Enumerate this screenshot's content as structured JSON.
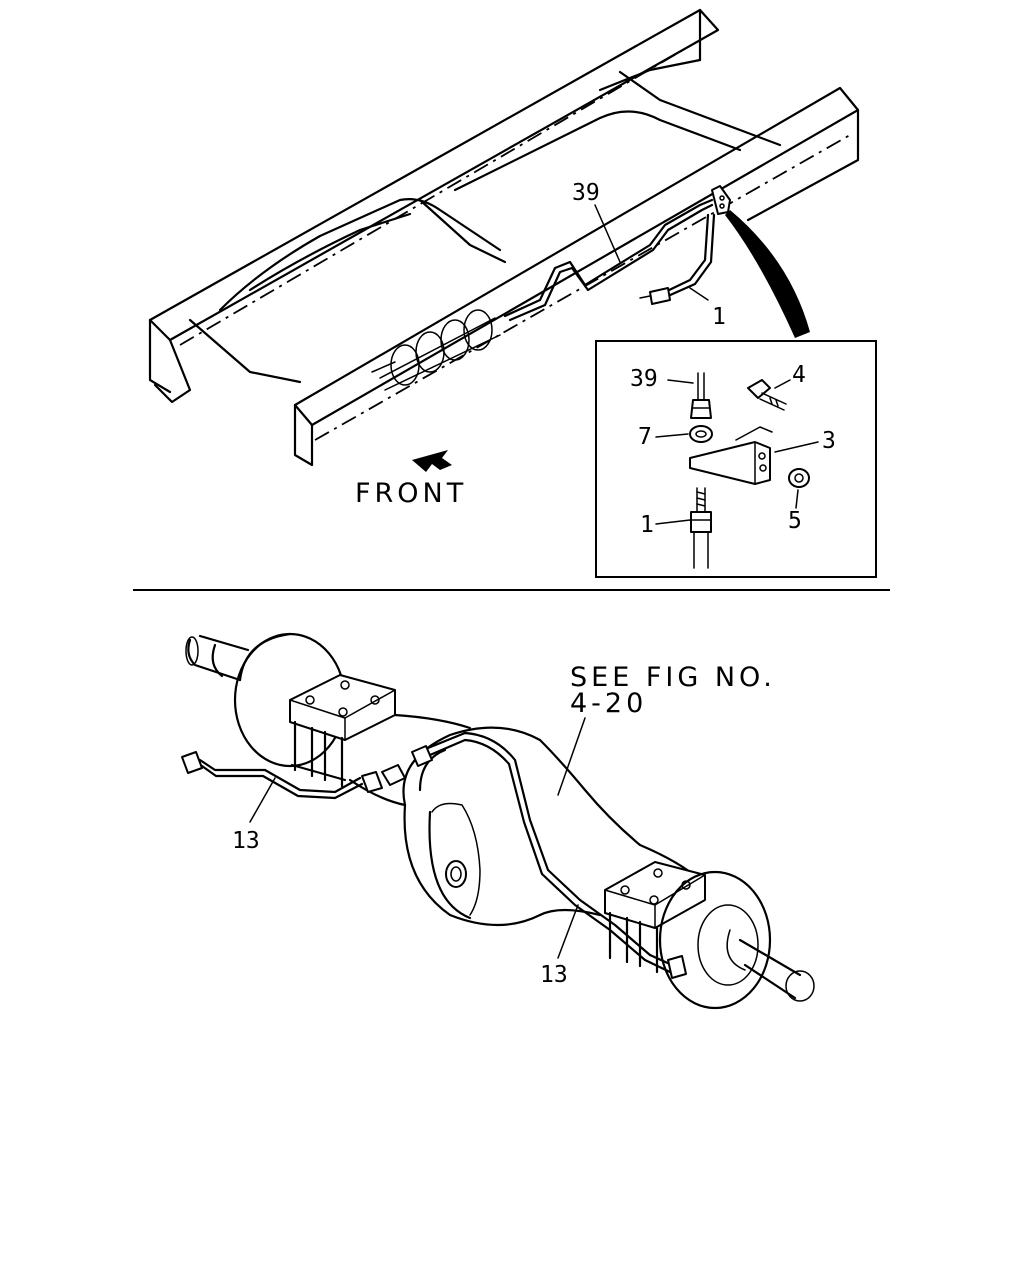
{
  "labels": {
    "p39_top": "39",
    "p1_top": "1",
    "front": "FRONT",
    "detail_39": "39",
    "detail_4": "4",
    "detail_7": "7",
    "detail_3": "3",
    "detail_1": "1",
    "detail_5": "5",
    "see_fig_1": "SEE FIG NO.",
    "see_fig_2": "4-20",
    "p13_left": "13",
    "p13_right": "13"
  }
}
